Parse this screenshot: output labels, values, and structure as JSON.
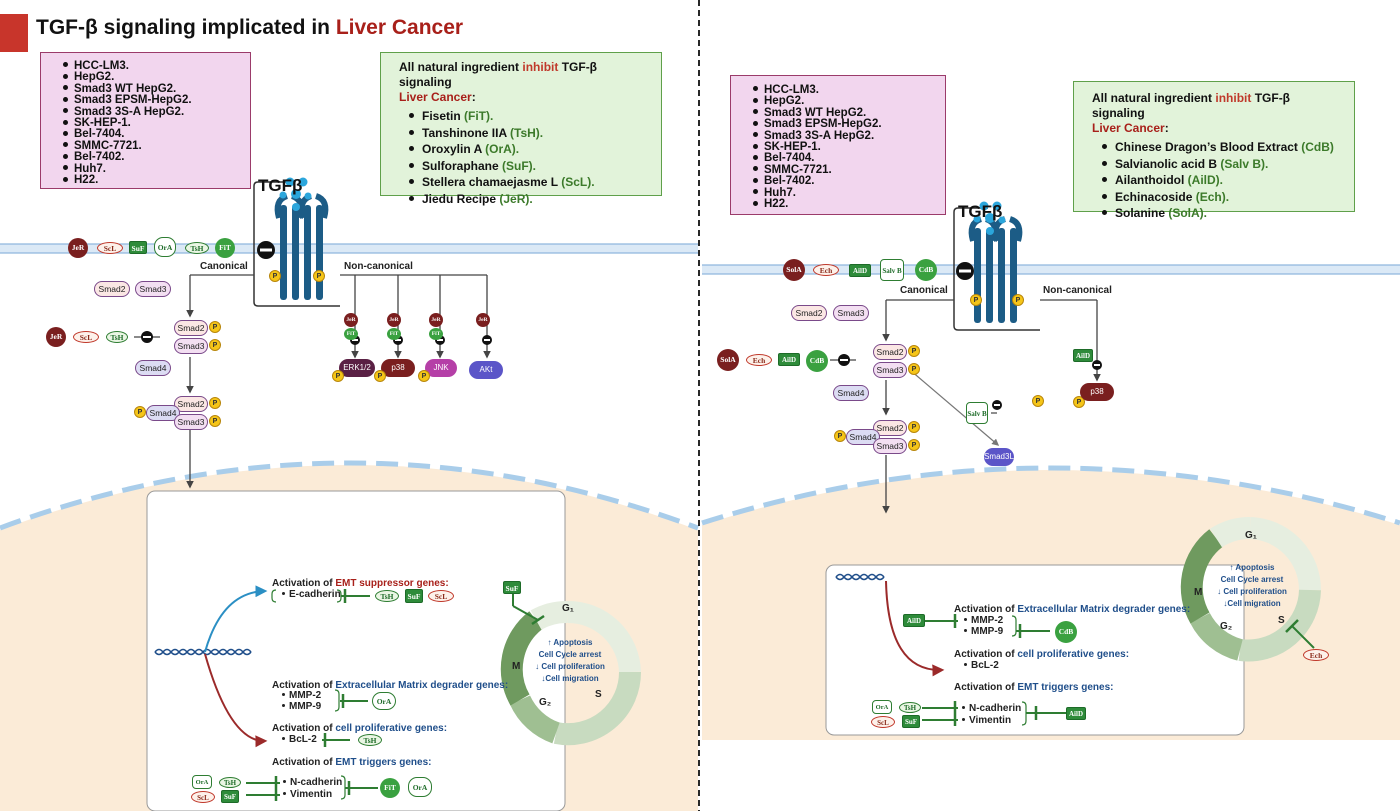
{
  "title": {
    "prefix": "TGF-β signaling implicated in ",
    "highlight": "Liver Cancer"
  },
  "colors": {
    "accent_red": "#c8352b",
    "cell_box_bg": "#f2d6ee",
    "natural_box_bg": "#e2f3da",
    "receptor": "#1c5c86",
    "nucleus": "#fbebd7",
    "inhibitor_green": "#2e7d32"
  },
  "left": {
    "cell_lines": [
      "HCC-LM3.",
      "HepG2.",
      "Smad3 WT HepG2.",
      "Smad3 EPSM-HepG2.",
      "Smad3 3S-A HepG2.",
      "SK-HEP-1.",
      "Bel-7404.",
      "SMMC-7721.",
      "Bel-7402.",
      "Huh7.",
      "H22."
    ],
    "natural": {
      "h1": "All natural ingredient ",
      "h2": "inhibit",
      "h3": " TGF-β signaling",
      "h4": "Liver Cancer",
      "h5": ":",
      "items": [
        {
          "name": "Fisetin ",
          "abbr": "(FiT)."
        },
        {
          "name": "Tanshinone IIA ",
          "abbr": "(TsH)."
        },
        {
          "name": "Oroxylin A  ",
          "abbr": "(OrA)."
        },
        {
          "name": "Sulforaphane ",
          "abbr": "(SuF)."
        },
        {
          "name": "Stellera chamaejasme L ",
          "abbr": "(ScL)."
        },
        {
          "name": "Jiedu Recipe ",
          "abbr": "(JeR)."
        }
      ]
    },
    "tgf_label": "TGFβ",
    "canonical": "Canonical",
    "noncanonical": "Non-canonical",
    "membrane_inhibitors": [
      "JeR",
      "ScL",
      "SuF",
      "OrA",
      "TsH",
      "FiT"
    ],
    "smad2": "Smad2",
    "smad3": "Smad3",
    "smad4": "Smad4",
    "p": "P",
    "smad_inhibitors": [
      "JeR",
      "ScL",
      "TsH"
    ],
    "kinases": [
      "ERK1/2",
      "p38",
      "JNK",
      "AKt"
    ],
    "kinase_inhibitors": [
      {
        "a": "JeR",
        "b": "FiT"
      },
      {
        "a": "JeR",
        "b": "FiT"
      },
      {
        "a": "JeR",
        "b": "FiT"
      },
      {
        "a": "JeR",
        "b": ""
      }
    ],
    "genes": {
      "emt_sup_h1": "Activation of ",
      "emt_sup_h2": "EMT suppressor genes:",
      "ecad": "E-cadherin",
      "ecad_inh": [
        "TsH",
        "SuF",
        "ScL"
      ],
      "ecm_h1": "Activation of ",
      "ecm_h2": "Extracellular Matrix degrader genes:",
      "mmp2": "MMP-2",
      "mmp9": "MMP-9",
      "ecm_inh": "OrA",
      "prol_h1": "Activation of ",
      "prol_h2": "cell proliferative genes:",
      "bcl2": "BcL-2",
      "bcl_inh": "TsH",
      "emt_h1": "Activation of ",
      "emt_h2": "EMT triggers genes:",
      "ncad": "N-cadherin",
      "vim": "Vimentin",
      "emt_inh_left": [
        "OrA",
        "TsH",
        "ScL",
        "SuF"
      ],
      "emt_inh_right": [
        "FiT",
        "OrA"
      ]
    },
    "cycle": {
      "g1": "G₁",
      "s": "S",
      "g2": "G₂",
      "m": "M",
      "l1": "↑ Apoptosis",
      "l2": "Cell Cycle arrest",
      "l3": "↓ Cell proliferation",
      "l4": "↓Cell migration",
      "inhibitor": "SuF"
    }
  },
  "right": {
    "cell_lines": [
      "HCC-LM3.",
      "HepG2.",
      "Smad3 WT HepG2.",
      "Smad3 EPSM-HepG2.",
      "Smad3 3S-A HepG2.",
      "SK-HEP-1.",
      "Bel-7404.",
      "SMMC-7721.",
      "Bel-7402.",
      "Huh7.",
      "H22."
    ],
    "natural": {
      "h1": "All natural ingredient ",
      "h2": "inhibit",
      "h3": " TGF-β signaling",
      "h4": "Liver Cancer",
      "h5": ":",
      "items": [
        {
          "name": "Chinese Dragon’s Blood Extract ",
          "abbr": "(CdB)"
        },
        {
          "name": "Salvianolic acid B ",
          "abbr": " (Salv B)."
        },
        {
          "name": "Ailanthoidol ",
          "abbr": "(AilD)."
        },
        {
          "name": "Echinacoside ",
          "abbr": "(Ech)."
        },
        {
          "name": "Solanine ",
          "abbr": "(SolA)."
        }
      ]
    },
    "tgf_label": "TGFβ",
    "canonical": "Canonical",
    "noncanonical": "Non-canonical",
    "membrane_inhibitors": [
      "SolA",
      "Ech",
      "AilD",
      "Salv B",
      "CdB"
    ],
    "smad_inhibitors": [
      "SolA",
      "Ech",
      "AilD",
      "CdB"
    ],
    "smad2": "Smad2",
    "smad3": "Smad3",
    "smad4": "Smad4",
    "smad3l": "Smad3L",
    "salvb": "Salv B",
    "p38": "p38",
    "p38_inh": "AilD",
    "p": "P",
    "genes": {
      "ecm_h1": "Activation of ",
      "ecm_h2": "Extracellular Matrix degrader genes:",
      "mmp2": "MMP-2",
      "mmp9": "MMP-9",
      "ecm_inh_left": "AilD",
      "ecm_inh_right": "CdB",
      "prol_h1": "Activation of ",
      "prol_h2": "cell proliferative genes:",
      "bcl2": "BcL-2",
      "emt_h1": "Activation of ",
      "emt_h2": "EMT triggers genes:",
      "ncad": "N-cadherin",
      "vim": "Vimentin",
      "emt_inh_left": [
        "OrA",
        "TsH",
        "ScL",
        "SuF"
      ],
      "emt_inh_right": "AilD"
    },
    "cycle": {
      "g1": "G₁",
      "s": "S",
      "g2": "G₂",
      "m": "M",
      "l1": "↑ Apoptosis",
      "l2": "Cell Cycle arrest",
      "l3": "↓ Cell proliferation",
      "l4": "↓Cell migration",
      "inhibitor": "Ech"
    }
  }
}
